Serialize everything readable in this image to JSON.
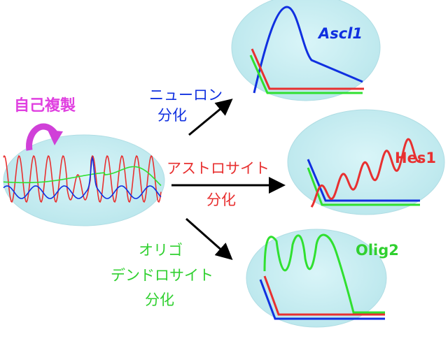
{
  "labels": {
    "self_renewal": "自己複製",
    "neuron_line1": "ニューロン",
    "neuron_line2": "分化",
    "astro_line1": "アストロサイト",
    "astro_line2": "分化",
    "oligo_line1": "オリゴ",
    "oligo_line2": "デンドロサイト",
    "oligo_line3": "分化"
  },
  "genes": {
    "ascl1": "Ascl1",
    "hes1": "Hes1",
    "olig2": "Olig2"
  },
  "colors": {
    "ellipse": "#c9eef3",
    "blue": "#1030e0",
    "red": "#e83030",
    "green": "#30e030",
    "magenta": "#e040e0",
    "arrow": "#000000"
  }
}
